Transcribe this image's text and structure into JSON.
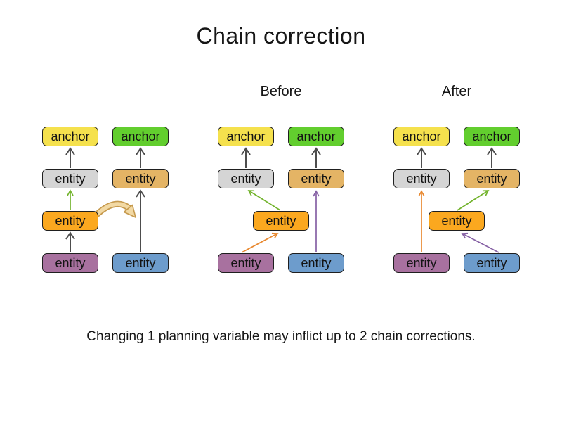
{
  "title": "Chain correction",
  "caption": "Changing 1 planning variable may inflict up to 2 chain corrections.",
  "groups": [
    {
      "name": "example",
      "label": "",
      "boxes": [
        {
          "label": "anchor",
          "color": "yellow"
        },
        {
          "label": "anchor",
          "color": "green"
        },
        {
          "label": "entity",
          "color": "gray"
        },
        {
          "label": "entity",
          "color": "tan"
        },
        {
          "label": "entity",
          "color": "orange"
        },
        {
          "label": "entity",
          "color": "purple"
        },
        {
          "label": "entity",
          "color": "blue"
        }
      ],
      "arrows": [
        {
          "from": "entity-purple",
          "to": "entity-orange",
          "color": "gray"
        },
        {
          "from": "entity-orange",
          "to": "entity-gray",
          "color": "green"
        },
        {
          "from": "entity-gray",
          "to": "anchor-yellow",
          "color": "gray"
        },
        {
          "from": "entity-blue",
          "to": "entity-tan",
          "color": "gray"
        },
        {
          "from": "entity-tan",
          "to": "anchor-green",
          "color": "gray"
        },
        {
          "type": "move",
          "from": "entity-orange",
          "to": "chain-2",
          "color": "tan-curved"
        }
      ]
    },
    {
      "name": "before",
      "label": "Before",
      "boxes": [
        {
          "label": "anchor",
          "color": "yellow"
        },
        {
          "label": "anchor",
          "color": "green"
        },
        {
          "label": "entity",
          "color": "gray"
        },
        {
          "label": "entity",
          "color": "tan"
        },
        {
          "label": "entity",
          "color": "orange"
        },
        {
          "label": "entity",
          "color": "purple"
        },
        {
          "label": "entity",
          "color": "blue"
        }
      ],
      "arrows": [
        {
          "from": "entity-gray",
          "to": "anchor-yellow",
          "color": "gray"
        },
        {
          "from": "entity-tan",
          "to": "anchor-green",
          "color": "gray"
        },
        {
          "from": "entity-orange",
          "to": "entity-gray",
          "color": "green"
        },
        {
          "from": "entity-purple",
          "to": "entity-orange",
          "color": "orange"
        },
        {
          "from": "entity-blue",
          "to": "entity-tan",
          "color": "purple"
        }
      ]
    },
    {
      "name": "after",
      "label": "After",
      "boxes": [
        {
          "label": "anchor",
          "color": "yellow"
        },
        {
          "label": "anchor",
          "color": "green"
        },
        {
          "label": "entity",
          "color": "gray"
        },
        {
          "label": "entity",
          "color": "tan"
        },
        {
          "label": "entity",
          "color": "orange"
        },
        {
          "label": "entity",
          "color": "purple"
        },
        {
          "label": "entity",
          "color": "blue"
        }
      ],
      "arrows": [
        {
          "from": "entity-gray",
          "to": "anchor-yellow",
          "color": "gray"
        },
        {
          "from": "entity-tan",
          "to": "anchor-green",
          "color": "gray"
        },
        {
          "from": "entity-purple",
          "to": "entity-gray",
          "color": "orange"
        },
        {
          "from": "entity-orange",
          "to": "entity-tan",
          "color": "green"
        },
        {
          "from": "entity-blue",
          "to": "entity-orange",
          "color": "purple"
        }
      ]
    }
  ],
  "colors": {
    "anchor_yellow": "#F5E14D",
    "anchor_green": "#62CE2E",
    "entity_gray": "#D5D5D5",
    "entity_tan": "#E4B465",
    "entity_orange": "#FBA81F",
    "entity_purple": "#A8719F",
    "entity_blue": "#6D9CCC",
    "arrow_gray": "#4D4D4D",
    "arrow_green": "#72B32C",
    "arrow_orange": "#E8882F",
    "arrow_purple": "#8661A5",
    "move_arrow_fill": "#F2D9A4",
    "move_arrow_outline": "#C69A4E",
    "box_border": "#1F1F1F",
    "text": "#161616"
  }
}
